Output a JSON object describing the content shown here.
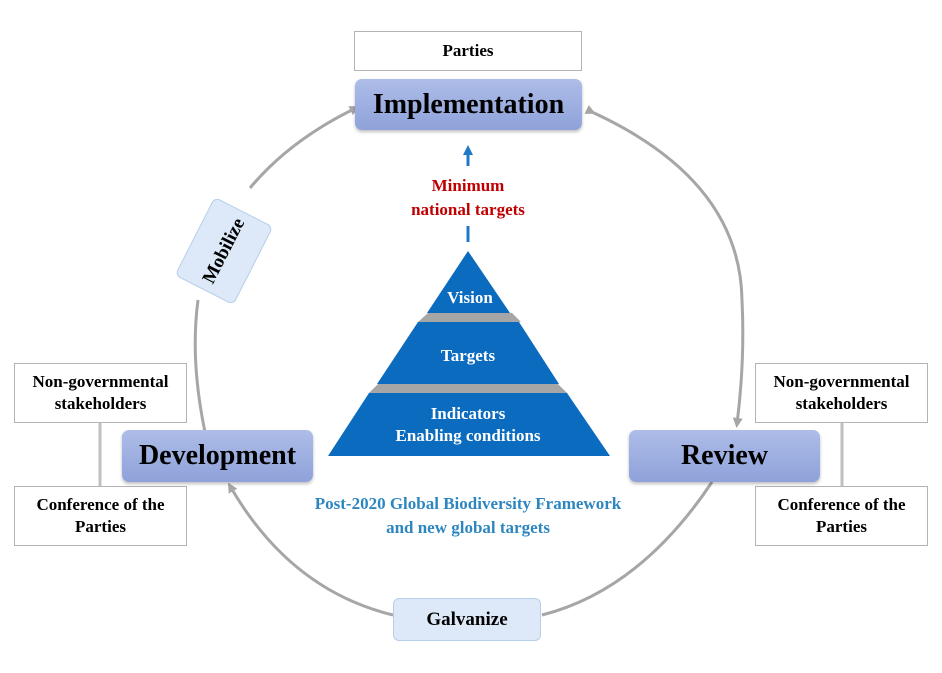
{
  "stages": {
    "implementation": "Implementation",
    "development": "Development",
    "review": "Review"
  },
  "actions": {
    "mobilize": "Mobilize",
    "galvanize": "Galvanize"
  },
  "actors": {
    "parties": "Parties",
    "ngo_left": "Non-governmental stakeholders",
    "cop_left": "Conference of the Parties",
    "ngo_right": "Non-governmental stakeholders",
    "cop_right": "Conference of the Parties"
  },
  "pyramid": {
    "top": "Vision",
    "middle": "Targets",
    "bottom_line1": "Indicators",
    "bottom_line2": "Enabling conditions"
  },
  "minimum_targets": {
    "line1": "Minimum",
    "line2": "national targets"
  },
  "framework_caption": {
    "line1": "Post-2020 Global Biodiversity Framework",
    "line2": "and new global targets"
  },
  "colors": {
    "pyramid": "#0b6bbf",
    "pyramid_gap": "#a6a6a6",
    "cycle_arrow": "#a6a6a6",
    "stage_fill": "#9aaee0",
    "minimum_targets_text": "#c00000",
    "caption_text": "#2e86c1"
  }
}
